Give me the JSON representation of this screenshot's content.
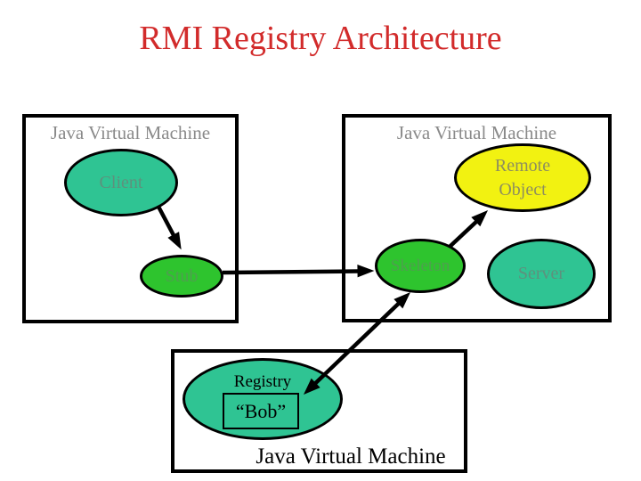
{
  "title": "RMI Registry Architecture",
  "colors": {
    "title": "#d22b2b",
    "teal": "#2fc493",
    "green": "#2ec42e",
    "yellow": "#f2f211",
    "jvm_label_gray": "#8a8a8a",
    "label_on_teal": "#5e917d",
    "label_on_green": "#4f9f4f",
    "label_on_yellow": "#8e8e5e",
    "outline": "#000000"
  },
  "jvm_boxes": {
    "client_vm": {
      "label": "Java Virtual Machine"
    },
    "server_vm": {
      "label": "Java Virtual Machine"
    },
    "registry_vm": {
      "label": "Java Virtual Machine"
    }
  },
  "nodes": {
    "client": {
      "label": "Client"
    },
    "stub": {
      "label": "Stub"
    },
    "remote_object": {
      "label_line1": "Remote",
      "label_line2": "Object"
    },
    "skeleton": {
      "label": "Skeleton"
    },
    "server": {
      "label": "Server"
    },
    "registry": {
      "label": "Registry",
      "bound_name": "“Bob”"
    }
  },
  "arrows": [
    {
      "from": "client",
      "to": "stub",
      "direction": "one-way"
    },
    {
      "from": "stub",
      "to": "skeleton",
      "direction": "one-way"
    },
    {
      "from": "skeleton",
      "to": "remote_object",
      "direction": "one-way"
    },
    {
      "from": "skeleton",
      "to": "registry_bob",
      "direction": "two-way"
    }
  ]
}
